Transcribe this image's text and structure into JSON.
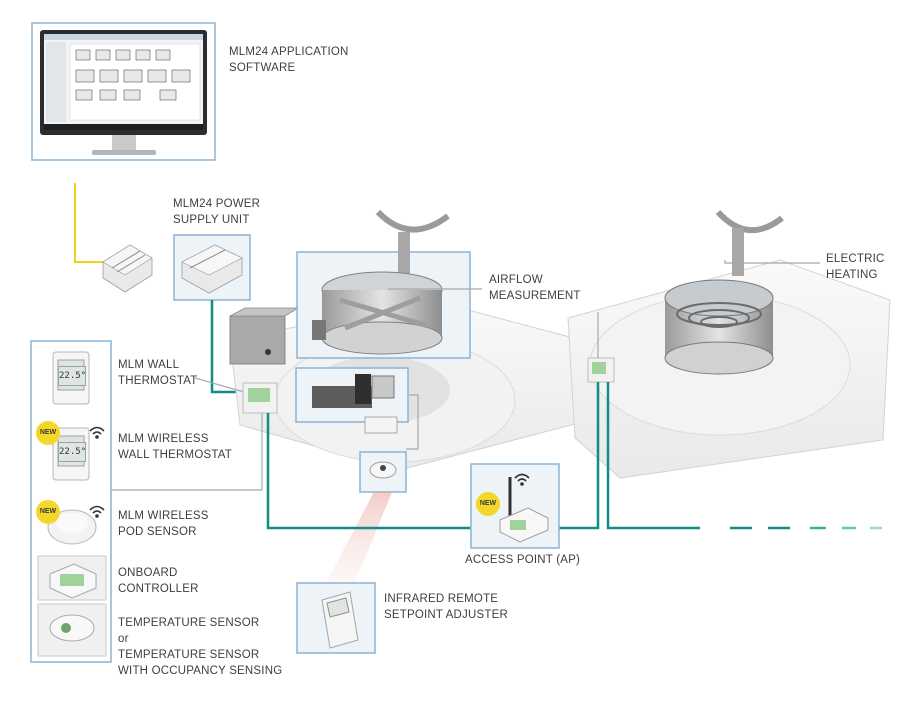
{
  "labels": {
    "software": [
      "MLM24 APPLICATION",
      "SOFTWARE"
    ],
    "psu": [
      "MLM24 POWER",
      "SUPPLY UNIT"
    ],
    "airflow": [
      "AIRFLOW",
      "MEASUREMENT"
    ],
    "heating": [
      "ELECTRIC",
      "HEATING"
    ],
    "wall_thermostat": [
      "MLM WALL",
      "THERMOSTAT"
    ],
    "wireless_thermostat": [
      "MLM WIRELESS",
      "WALL THERMOSTAT"
    ],
    "pod_sensor": [
      "MLM WIRELESS",
      "POD SENSOR"
    ],
    "onboard": [
      "ONBOARD",
      "CONTROLLER"
    ],
    "temp_sensor": [
      "TEMPERATURE SENSOR",
      "or",
      "TEMPERATURE SENSOR",
      "WITH OCCUPANCY SENSING"
    ],
    "access_point": "ACCESS POINT (AP)",
    "infrared": [
      "INFRARED REMOTE",
      "SETPOINT ADJUSTER"
    ]
  },
  "badges": {
    "new": "NEW"
  },
  "thermostat_display": "22.5°",
  "colors": {
    "bus_line": "#0e8e86",
    "power_line": "#f0d21c",
    "frame_border": "#8ab3d6",
    "frame_fill": "#eef3f8",
    "badge": "#f3d829",
    "connector_line": "#a8a8a8"
  },
  "icons": [
    "monitor-icon",
    "power-supply-icon",
    "wifi-icon",
    "antenna-icon",
    "thermostat-icon",
    "pod-sensor-icon",
    "controller-icon",
    "remote-icon",
    "heating-coil-icon",
    "diffuser-icon"
  ]
}
